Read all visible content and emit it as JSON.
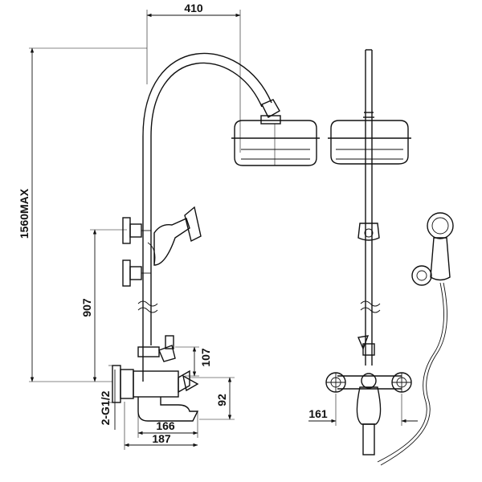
{
  "dimensions": {
    "width_top": "410",
    "height_total": "1560MAX",
    "height_mixer": "907",
    "height_outlet": "107",
    "spout_depth": "92",
    "thread": "2-G1/2",
    "spout_reach": "166",
    "overall_depth": "187",
    "front_spacing": "161"
  }
}
